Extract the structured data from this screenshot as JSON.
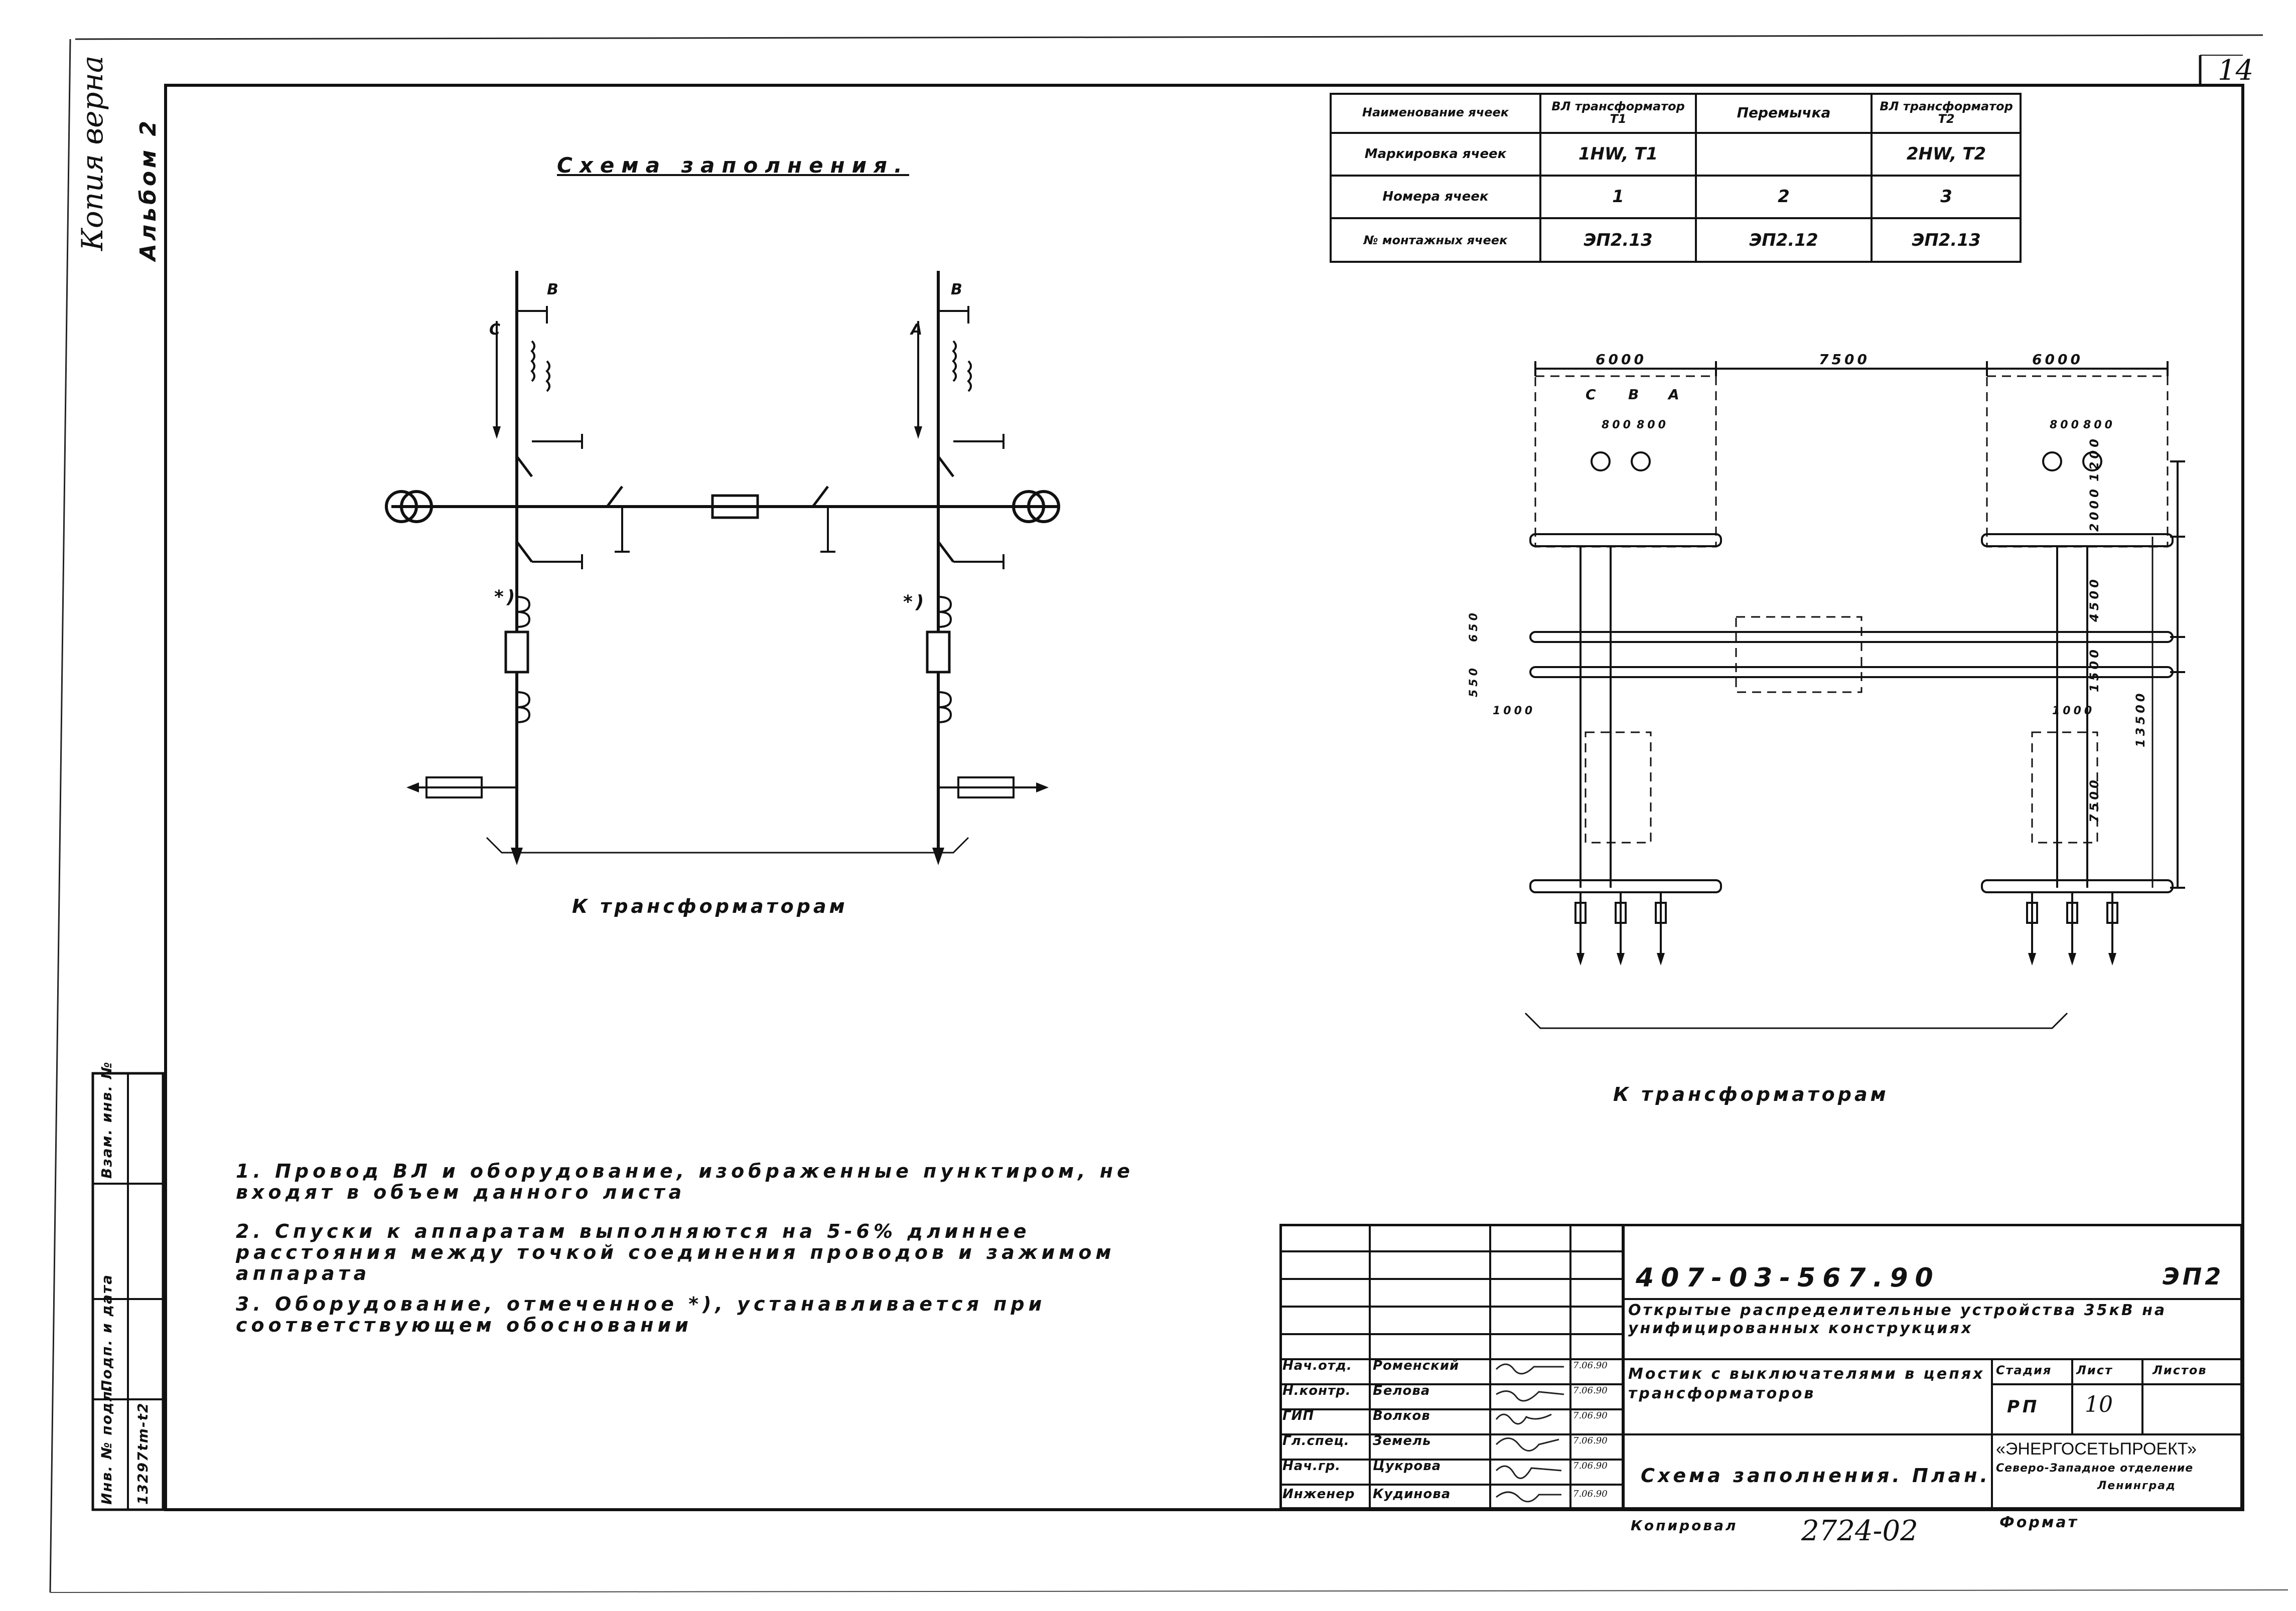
{
  "sheet": {
    "page_number": "14",
    "copy_mark": "Копия верна",
    "album": "Альбом 2"
  },
  "left_stamp": {
    "inv_orig": "Инв. № подл.",
    "sign_date": "Подп. и дата",
    "vzam_inv": "Взам. инв. №",
    "inv_value": "13297tm-t2"
  },
  "scheme": {
    "title": "Схема заполнения.",
    "caption": "К трансформаторам",
    "mark_star_left": "*)",
    "mark_star_right": "*)",
    "phase_labels": [
      "B",
      "C",
      "A"
    ]
  },
  "plan": {
    "caption": "К трансформаторам",
    "dim_top": [
      "6000",
      "7500",
      "6000"
    ],
    "dim_phase_spacing": [
      "800",
      "800",
      "800",
      "800"
    ],
    "dim_right": [
      "1200",
      "2000",
      "4500",
      "1500",
      "13500",
      "7500"
    ],
    "dim_left": [
      "650",
      "550",
      "1000"
    ],
    "dim_right_small": "1000",
    "phase_labels": [
      "C",
      "B",
      "A"
    ]
  },
  "cells_table": {
    "header": [
      "Наименование ячеек",
      "ВЛ трансформатор Т1",
      "Перемычка",
      "ВЛ трансформатор Т2"
    ],
    "rows": [
      [
        "Маркировка ячеек",
        "1HW, T1",
        "",
        "2HW, T2"
      ],
      [
        "Номера ячеек",
        "1",
        "2",
        "3"
      ],
      [
        "№ монтажных ячеек",
        "ЭП2.13",
        "ЭП2.12",
        "ЭП2.13"
      ]
    ]
  },
  "notes": [
    "1. Провод ВЛ и оборудование, изображенные пунктиром, не входят в объем данного листа",
    "2. Спуски к аппаратам выполняются на 5-6% длиннее расстояния между точкой соединения проводов и зажимом аппарата",
    "3. Оборудование, отмеченное *), устанавливается при соответствующем обосновании"
  ],
  "title_block": {
    "doc_code": "407-03-567.90",
    "sheet_code": "ЭП2",
    "project_title": "Открытые распределительные устройства 35кВ на унифицированных конструкциях",
    "subtitle": "Мостик с выключателями в цепях трансформаторов",
    "drawing_title": "Схема заполнения. План.",
    "stage_label": "Стадия",
    "sheet_label": "Лист",
    "sheets_label": "Листов",
    "stage_value": "РП",
    "sheet_value": "10",
    "org_name": "«ЭНЕРГОСЕТЬПРОЕКТ»",
    "org_branch": "Северо-Западное отделение",
    "org_city": "Ленинград",
    "people": [
      {
        "role": "Нач.отд.",
        "name": "Роменский",
        "date": "7.06.90"
      },
      {
        "role": "Н.контр.",
        "name": "Белова",
        "date": "7.06.90"
      },
      {
        "role": "ГИП",
        "name": "Волков",
        "date": "7.06.90"
      },
      {
        "role": "Гл.спец.",
        "name": "Земель",
        "date": "7.06.90"
      },
      {
        "role": "Нач.гр.",
        "name": "Цукрова",
        "date": "7.06.90"
      },
      {
        "role": "Инженер",
        "name": "Кудинова",
        "date": "7.06.90"
      }
    ],
    "copied_label": "Копировал",
    "copy_number": "2724-02",
    "format_label": "Формат"
  }
}
